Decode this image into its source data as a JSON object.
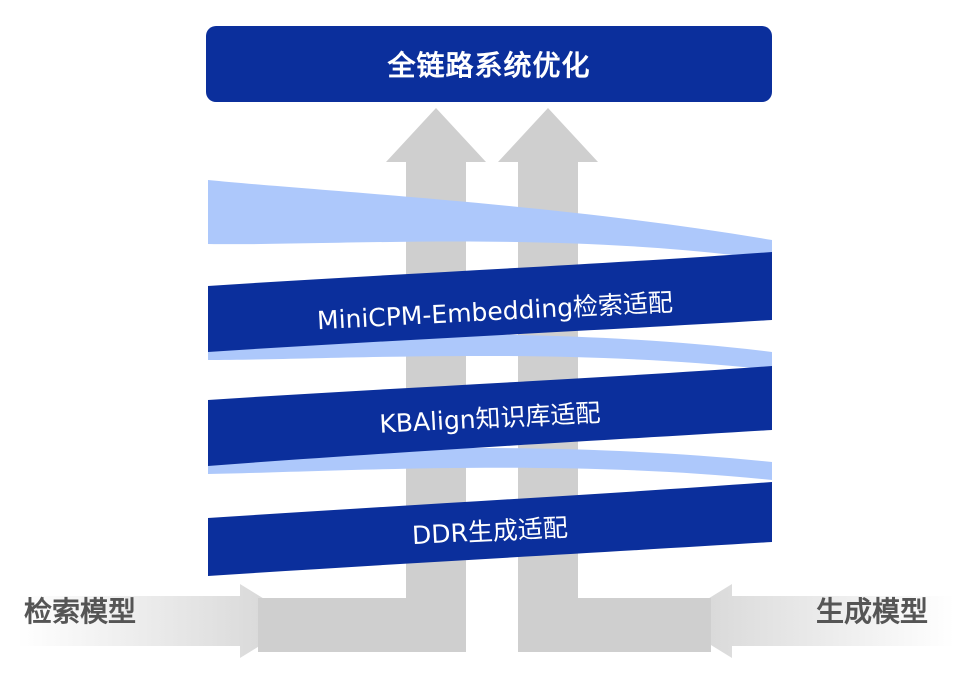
{
  "header": {
    "title": "全链路系统优化"
  },
  "bands": [
    {
      "label": "MiniCPM-Embedding检索适配"
    },
    {
      "label": "KBAlign知识库适配"
    },
    {
      "label": "DDR生成适配"
    }
  ],
  "inputs": {
    "left": "检索模型",
    "right": "生成模型"
  },
  "colors": {
    "dark_blue": "#0b2f9c",
    "light_blue": "#adc8fb",
    "arrow_gray": "#cfcfcf",
    "text_gray": "#555555"
  }
}
